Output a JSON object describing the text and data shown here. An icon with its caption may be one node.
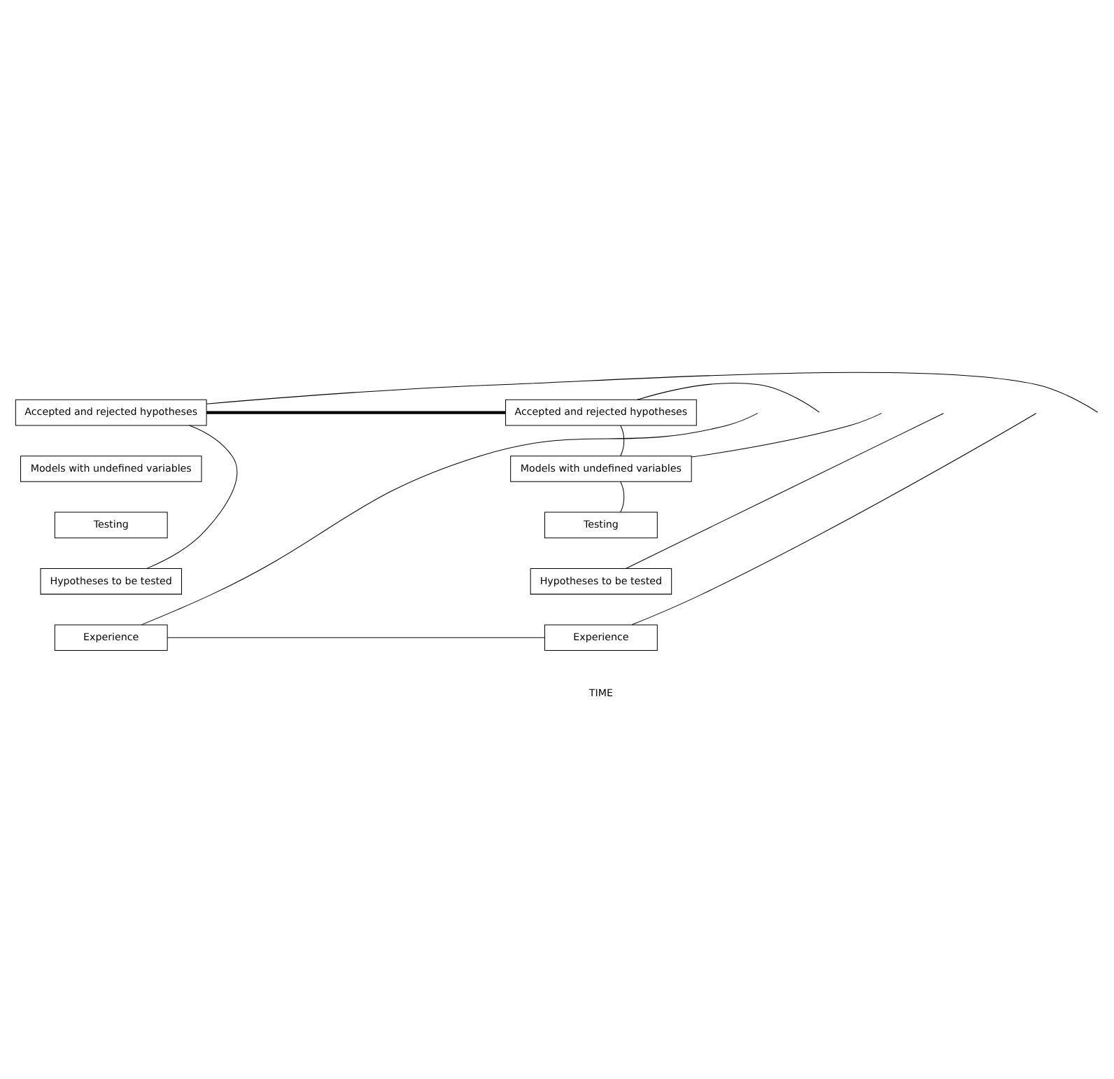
{
  "diagram": {
    "nodes": [
      {
        "text": [
          "Accepted and rejected hypotheses"
        ]
      },
      {
        "text": [
          "Accepted and rejected hypotheses"
        ]
      },
      {
        "text": [
          "Models with undefined variables"
        ]
      },
      {
        "text": [
          "Models with undefined variables"
        ]
      },
      {
        "text": [
          "Testing"
        ]
      },
      {
        "text": [
          "Testing"
        ]
      },
      {
        "text": [
          "Hypotheses to be tested"
        ]
      },
      {
        "text": [
          "Hypotheses to be tested"
        ]
      },
      {
        "text": [
          "Experience"
        ]
      },
      {
        "text": [
          "Experience"
        ]
      }
    ],
    "edges": [
      {
        "from": null,
        "to": 0,
        "arrow": "none"
      },
      {
        "from": 0,
        "to": 6,
        "arrow": "none"
      },
      {
        "from": 0,
        "to": 1,
        "arrow": "none",
        "style": "thick"
      },
      {
        "from": 1,
        "to": null,
        "arrow": "none"
      },
      {
        "from": 1,
        "to": 3,
        "arrow": "none"
      },
      {
        "from": 3,
        "to": null,
        "arrow": "none"
      },
      {
        "from": 3,
        "to": 5,
        "arrow": "none"
      },
      {
        "from": null,
        "to": 7,
        "arrow": "none"
      },
      {
        "from": null,
        "to": 8,
        "arrow": "none"
      },
      {
        "from": 8,
        "to": 9,
        "arrow": "none"
      },
      {
        "from": 9,
        "to": null,
        "arrow": "none"
      }
    ],
    "labels": [
      "TIME"
    ]
  }
}
